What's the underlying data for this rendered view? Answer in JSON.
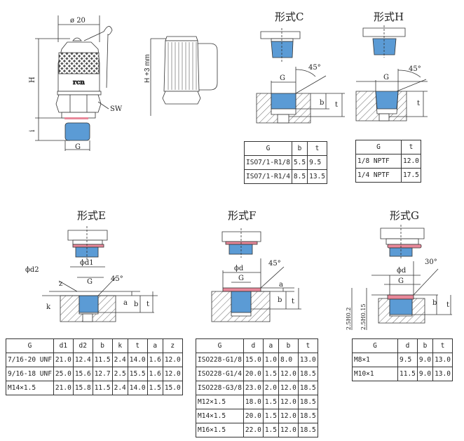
{
  "main_view": {
    "diameter_label": "ø 20",
    "height_label": "H",
    "wrench_label": "SW",
    "thread_length_label": "i",
    "thread_label": "G",
    "side_height_label": "H +3 mm"
  },
  "colors": {
    "thread": "#5b9bd5",
    "seal": "#e8889a"
  },
  "form_c": {
    "title": "形式C",
    "g": "G",
    "angle": "45°",
    "b": "b",
    "t": "t",
    "headers": [
      "G",
      "b",
      "t"
    ],
    "rows": [
      [
        "ISO7/1-R1/8",
        "5.5",
        "9.5"
      ],
      [
        "ISO7/1-R1/4",
        "8.5",
        "13.5"
      ]
    ]
  },
  "form_h": {
    "title": "形式H",
    "g": "G",
    "angle": "45°",
    "t": "t",
    "headers": [
      "G",
      "t"
    ],
    "rows": [
      [
        "1/8  NPTF",
        "12.0"
      ],
      [
        "1/4  NPTF",
        "17.5"
      ]
    ]
  },
  "form_e": {
    "title": "形式E",
    "d1": "ϕd1",
    "d2": "ϕd2",
    "g": "G",
    "angle": "45°",
    "z": "z",
    "k": "k",
    "a": "a",
    "b": "b",
    "t": "t",
    "headers": [
      "G",
      "d1",
      "d2",
      "b",
      "k",
      "t",
      "a",
      "z"
    ],
    "rows": [
      [
        "7/16-20 UNF",
        "21.0",
        "12.4",
        "11.5",
        "2.4",
        "14.0",
        "1.6",
        "12.0"
      ],
      [
        "9/16-18 UNF",
        "25.0",
        "15.6",
        "12.7",
        "2.5",
        "15.5",
        "1.6",
        "12.0"
      ],
      [
        "M14×1.5",
        "21.0",
        "15.8",
        "11.5",
        "2.4",
        "14.0",
        "1.5",
        "15.0"
      ]
    ]
  },
  "form_f": {
    "title": "形式F",
    "d": "ϕd",
    "g": "G",
    "angle": "45°",
    "a": "a",
    "b": "b",
    "t": "t",
    "headers": [
      "G",
      "d",
      "a",
      "b",
      "t"
    ],
    "rows": [
      [
        "ISO228-G1/8",
        "15.0",
        "1.0",
        "8.0",
        "13.0"
      ],
      [
        "ISO228-G1/4",
        "20.0",
        "1.5",
        "12.0",
        "18.5"
      ],
      [
        "ISO228-G3/8",
        "23.0",
        "2.0",
        "12.0",
        "18.5"
      ],
      [
        "M12×1.5",
        "18.0",
        "1.5",
        "12.0",
        "18.5"
      ],
      [
        "M14×1.5",
        "20.0",
        "1.5",
        "12.0",
        "18.5"
      ],
      [
        "M16×1.5",
        "22.0",
        "1.5",
        "12.0",
        "18.5"
      ]
    ]
  },
  "form_g": {
    "title": "形式G",
    "d": "ϕd",
    "g": "G",
    "angle": "30°",
    "b": "b",
    "t": "t",
    "tol1": "2.5H0.2",
    "tol2": "2.5H0.15",
    "headers": [
      "G",
      "d",
      "b",
      "t"
    ],
    "rows": [
      [
        "M8×1",
        "9.5",
        "9.0",
        "13.0"
      ],
      [
        "M10×1",
        "11.5",
        "9.0",
        "13.0"
      ]
    ]
  }
}
